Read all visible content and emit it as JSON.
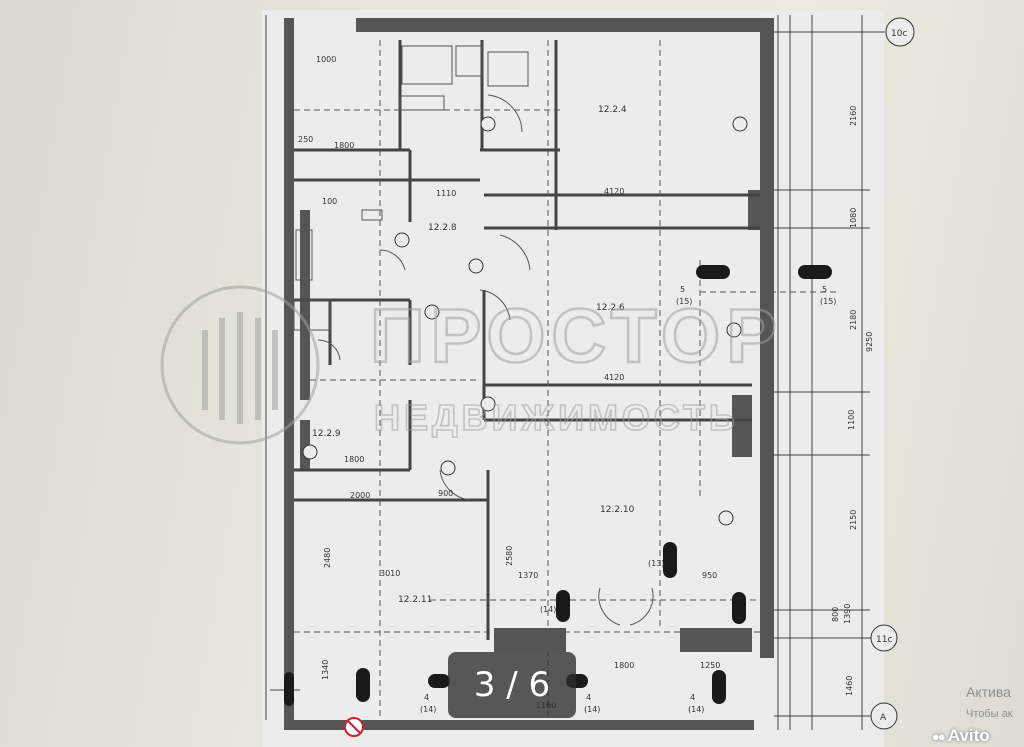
{
  "viewer": {
    "counter": "3 / 6",
    "activation_title": "Актива",
    "activation_sub": "Чтобы ак",
    "brand": "Avito"
  },
  "watermark": {
    "line1": "ПРОСТОР",
    "line2": "НЕДВИЖИМОСТЬ"
  },
  "plan": {
    "axis_labels": [
      "10c",
      "11c",
      "A"
    ],
    "room_labels": [
      "12.2.4",
      "12.2.6",
      "12.2.8",
      "12.2.9",
      "12.2.10",
      "12.2.11"
    ],
    "dimensions": [
      "1000",
      "1800",
      "1110",
      "4120",
      "4120",
      "2000",
      "3010",
      "1800",
      "900",
      "1370",
      "950",
      "1800",
      "1250",
      "1160",
      "2160",
      "1080",
      "2180",
      "9250",
      "2150",
      "800",
      "1390",
      "1340",
      "1460",
      "2480",
      "2580",
      "1100",
      "100",
      "250"
    ],
    "axis_markers": [
      "5",
      "(15)",
      "5",
      "(15)",
      "(13)",
      "(14)",
      "4",
      "(14)",
      "4",
      "(14)",
      "4",
      "(14)"
    ]
  }
}
